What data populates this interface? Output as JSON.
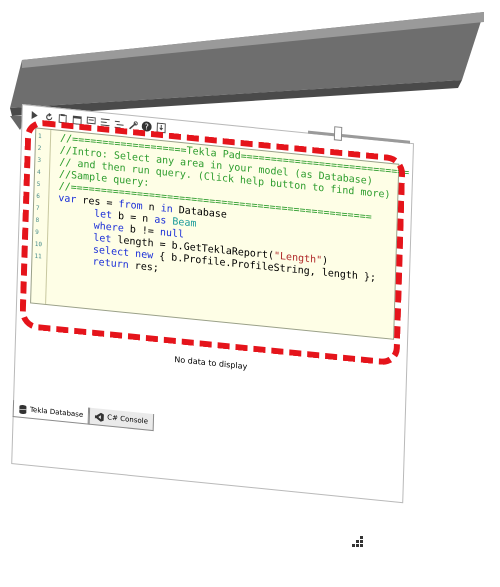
{
  "editor": {
    "lines": [
      {
        "n": "1",
        "segs": [
          {
            "c": "c",
            "t": "//===================Tekla Pad============================"
          }
        ]
      },
      {
        "n": "2",
        "segs": [
          {
            "c": "c",
            "t": "//Intro: Select any area in your model (as Database)"
          }
        ]
      },
      {
        "n": "3",
        "segs": [
          {
            "c": "c",
            "t": "// and then run query. (Click help button to find more)"
          }
        ]
      },
      {
        "n": "4",
        "segs": [
          {
            "c": "c",
            "t": "//Sample query:"
          }
        ]
      },
      {
        "n": "5",
        "segs": [
          {
            "c": "c",
            "t": "//=================================================="
          }
        ]
      },
      {
        "n": "6",
        "segs": [
          {
            "c": "k",
            "t": "var"
          },
          {
            "c": "",
            "t": " res = "
          },
          {
            "c": "k",
            "t": "from"
          },
          {
            "c": "",
            "t": " n "
          },
          {
            "c": "k",
            "t": "in"
          },
          {
            "c": "",
            "t": " Database"
          }
        ]
      },
      {
        "n": "7",
        "segs": [
          {
            "c": "",
            "t": "      "
          },
          {
            "c": "k",
            "t": "let"
          },
          {
            "c": "",
            "t": " b = n "
          },
          {
            "c": "k",
            "t": "as"
          },
          {
            "c": "",
            "t": " "
          },
          {
            "c": "t",
            "t": "Beam"
          }
        ]
      },
      {
        "n": "8",
        "segs": [
          {
            "c": "",
            "t": "      "
          },
          {
            "c": "k",
            "t": "where"
          },
          {
            "c": "",
            "t": " b != "
          },
          {
            "c": "k",
            "t": "null"
          }
        ]
      },
      {
        "n": "9",
        "segs": [
          {
            "c": "",
            "t": "      "
          },
          {
            "c": "k",
            "t": "let"
          },
          {
            "c": "",
            "t": " length = b.GetTeklaReport("
          },
          {
            "c": "s",
            "t": "\"Length\""
          },
          {
            "c": "",
            "t": ")"
          }
        ]
      },
      {
        "n": "10",
        "segs": [
          {
            "c": "",
            "t": "      "
          },
          {
            "c": "k",
            "t": "select"
          },
          {
            "c": "",
            "t": " "
          },
          {
            "c": "k",
            "t": "new"
          },
          {
            "c": "",
            "t": " { b.Profile.ProfileString, length };"
          }
        ]
      },
      {
        "n": "11",
        "segs": [
          {
            "c": "",
            "t": "      "
          },
          {
            "c": "k",
            "t": "return"
          },
          {
            "c": "",
            "t": " res;"
          }
        ]
      }
    ]
  },
  "results": {
    "empty_text": "No data to display"
  },
  "tabs": [
    {
      "label": "Tekla Database",
      "icon": "database-icon"
    },
    {
      "label": "C# Console",
      "icon": "visual-studio-icon"
    }
  ],
  "colors": {
    "highlight": "#e5141b",
    "editor_bg": "#fefee6",
    "comment": "#2e9d2e",
    "keyword": "#1b2fd8",
    "type": "#1b9b9b",
    "string": "#b02929"
  }
}
